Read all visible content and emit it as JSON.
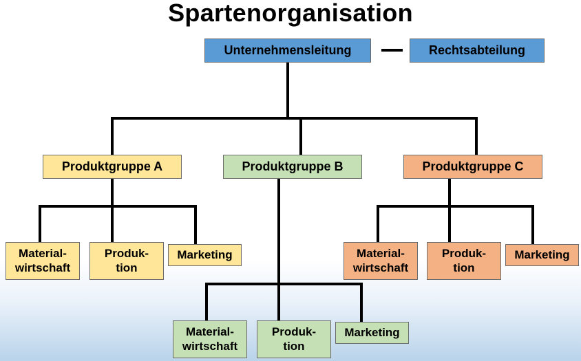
{
  "title": "Spartenorganisation",
  "top": {
    "management": "Unternehmensleitung",
    "legal": "Rechtsabteilung"
  },
  "groups": [
    {
      "name": "Produktgruppe A",
      "units": [
        "Material-\nwirtschaft",
        "Produk-\ntion",
        "Marketing"
      ]
    },
    {
      "name": "Produktgruppe B",
      "units": [
        "Material-\nwirtschaft",
        "Produk-\ntion",
        "Marketing"
      ]
    },
    {
      "name": "Produktgruppe C",
      "units": [
        "Material-\nwirtschaft",
        "Produk-\ntion",
        "Marketing"
      ]
    }
  ],
  "colors": {
    "management": "#5b9bd5",
    "group_a": "#ffe699",
    "group_b": "#c5e0b4",
    "group_c": "#f4b183"
  }
}
